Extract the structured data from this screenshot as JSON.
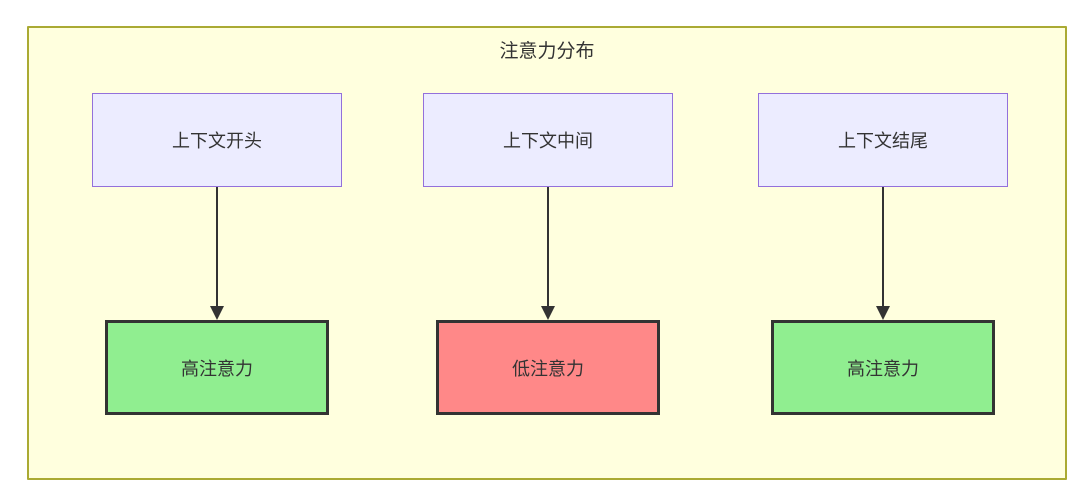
{
  "diagram": {
    "title": "注意力分布",
    "flows": [
      {
        "source": "上下文开头",
        "target": "高注意力",
        "type": "high"
      },
      {
        "source": "上下文中间",
        "target": "低注意力",
        "type": "low"
      },
      {
        "source": "上下文结尾",
        "target": "高注意力",
        "type": "high"
      }
    ],
    "colors": {
      "container_fill": "#ffffde",
      "container_border": "#aaaa33",
      "source_fill": "#ececff",
      "source_border": "#9370db",
      "target_border": "#333333",
      "high_fill": "#90ee90",
      "low_fill": "#ff8888",
      "arrow": "#333333",
      "text": "#333333"
    }
  }
}
